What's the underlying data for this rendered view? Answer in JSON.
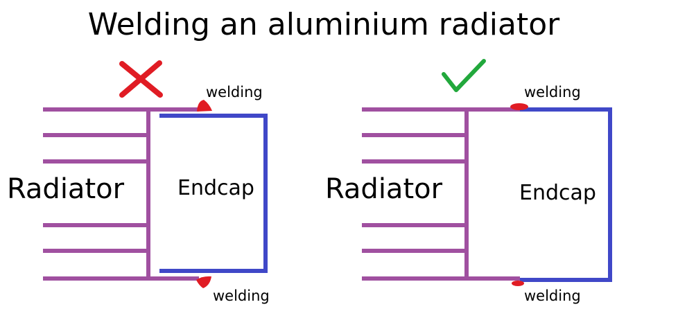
{
  "title": "Welding an aluminium radiator",
  "colors": {
    "radiator": "#a050a0",
    "endcap": "#4048c8",
    "weld": "#e01c24",
    "wrong_mark": "#e01c24",
    "right_mark": "#22a83c",
    "text": "#000000"
  },
  "left": {
    "mark": "cross-icon",
    "radiator_label": "Radiator",
    "endcap_label": "Endcap",
    "weld_top_label": "welding",
    "weld_bottom_label": "welding"
  },
  "right": {
    "mark": "check-icon",
    "radiator_label": "Radiator",
    "endcap_label": "Endcap",
    "weld_top_label": "welding",
    "weld_bottom_label": "welding"
  }
}
